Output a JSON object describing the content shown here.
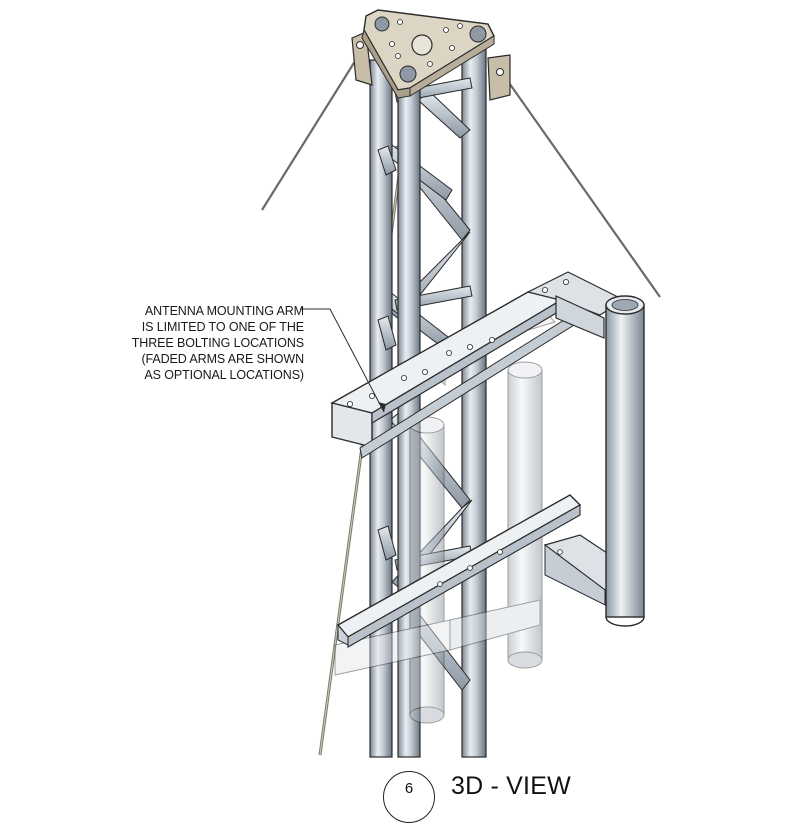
{
  "note": {
    "lines": [
      "ANTENNA MOUNTING ARM",
      "IS LIMITED TO ONE OF THE",
      "THREE BOLTING LOCATIONS",
      "(FADED ARMS ARE SHOWN",
      "AS OPTIONAL LOCATIONS)"
    ]
  },
  "detail": {
    "number": "6",
    "title": "3D - VIEW"
  },
  "colors": {
    "steel_light": "#d8dee6",
    "steel_mid": "#a9b3bf",
    "steel_dark": "#6f7a86",
    "plate": "#d9d1c1",
    "outline": "#2b2b2b",
    "guy_wire": "#7d7a70"
  }
}
